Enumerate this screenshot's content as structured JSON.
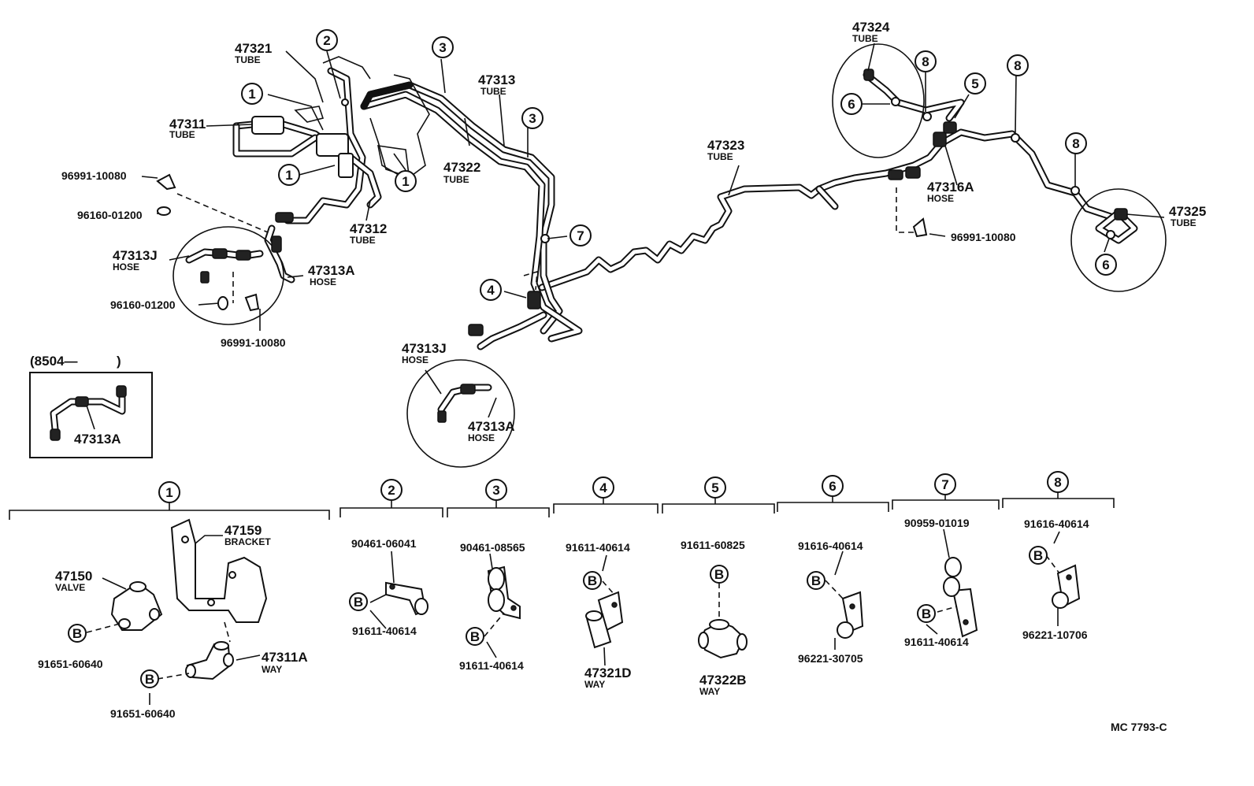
{
  "figure_code": "MC 7793-C",
  "top_labels": {
    "p47321": {
      "part": "47321",
      "sub": "TUBE"
    },
    "p47311": {
      "part": "47311",
      "sub": "TUBE"
    },
    "p47313": {
      "part": "47313",
      "sub": "TUBE"
    },
    "p47322": {
      "part": "47322",
      "sub": "TUBE"
    },
    "p47312": {
      "part": "47312",
      "sub": "TUBE"
    },
    "p47313j_left": {
      "part": "47313J",
      "sub": "HOSE"
    },
    "p47313a_left": {
      "part": "47313A",
      "sub": "HOSE"
    },
    "p47313j_mid": {
      "part": "47313J",
      "sub": "HOSE"
    },
    "p47313a_mid": {
      "part": "47313A",
      "sub": "HOSE"
    },
    "p47323": {
      "part": "47323",
      "sub": "TUBE"
    },
    "p47324": {
      "part": "47324",
      "sub": "TUBE"
    },
    "p47316a": {
      "part": "47316A",
      "sub": "HOSE"
    },
    "p47325": {
      "part": "47325",
      "sub": "TUBE"
    },
    "c96991_a": "96991-10080",
    "c96160_a": "96160-01200",
    "c96160_b": "96160-01200",
    "c96991_b": "96991-10080",
    "c96991_c": "96991-10080"
  },
  "inset": {
    "title_left": "(8504—",
    "title_right": ")",
    "part": "47313A"
  },
  "callout_numbers": {
    "n1": "1",
    "n2": "2",
    "n3": "3",
    "n4": "4",
    "n5": "5",
    "n6": "6",
    "n7": "7",
    "n8": "8"
  },
  "bolt_letter": "B",
  "groups": {
    "g1": {
      "num": "1",
      "bracket": {
        "part": "47159",
        "sub": "BRACKET"
      },
      "valve": {
        "part": "47150",
        "sub": "VALVE"
      },
      "way": {
        "part": "47311A",
        "sub": "WAY"
      },
      "bolt_a": "91651-60640",
      "bolt_b": "91651-60640"
    },
    "g2": {
      "num": "2",
      "clamp": "90461-06041",
      "bolt": "91611-40614"
    },
    "g3": {
      "num": "3",
      "clamp": "90461-08565",
      "bolt": "91611-40614"
    },
    "g4": {
      "num": "4",
      "bolt": "91611-40614",
      "way": {
        "part": "47321D",
        "sub": "WAY"
      }
    },
    "g5": {
      "num": "5",
      "bolt": "91611-60825",
      "way": {
        "part": "47322B",
        "sub": "WAY"
      }
    },
    "g6": {
      "num": "6",
      "bolt": "91616-40614",
      "clamp": "96221-30705"
    },
    "g7": {
      "num": "7",
      "clamp": "90959-01019",
      "bolt": "91611-40614"
    },
    "g8": {
      "num": "8",
      "bolt": "91616-40614",
      "clamp": "96221-10706"
    }
  }
}
